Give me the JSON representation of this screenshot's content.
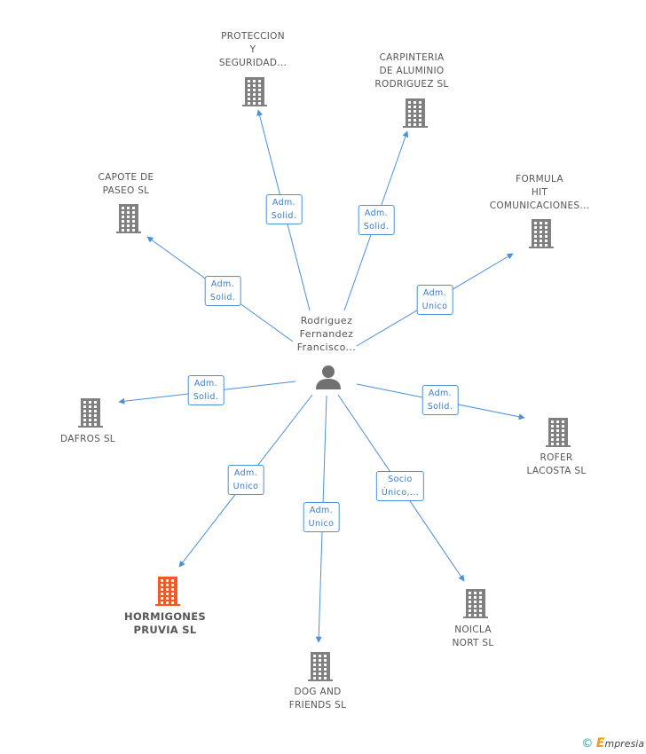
{
  "center": {
    "label": "Rodriguez\nFernandez\nFrancisco...",
    "icon": "person-icon"
  },
  "companies": [
    {
      "id": "proteccion",
      "label": "PROTECCION\nY\nSEGURIDAD...",
      "relation": "Adm.\nSolid.",
      "highlight": false
    },
    {
      "id": "carpinteria",
      "label": "CARPINTERIA\nDE ALUMINIO\nRODRIGUEZ SL",
      "relation": "Adm.\nSolid.",
      "highlight": false
    },
    {
      "id": "capote",
      "label": "CAPOTE DE\nPASEO SL",
      "relation": "Adm.\nSolid.",
      "highlight": false
    },
    {
      "id": "formula",
      "label": "FORMULA\nHIT\nCOMUNICACIONES...",
      "relation": "Adm.\nUnico",
      "highlight": false
    },
    {
      "id": "dafros",
      "label": "DAFROS  SL",
      "relation": "Adm.\nSolid.",
      "highlight": false
    },
    {
      "id": "rofer",
      "label": "ROFER\nLACOSTA  SL",
      "relation": "Adm.\nSolid.",
      "highlight": false
    },
    {
      "id": "hormigones",
      "label": "HORMIGONES\nPRUVIA SL",
      "relation": "Adm.\nUnico",
      "highlight": true
    },
    {
      "id": "dog",
      "label": "DOG AND\nFRIENDS SL",
      "relation": "Adm.\nUnico",
      "highlight": false
    },
    {
      "id": "noicla",
      "label": "NOICLA\nNORT  SL",
      "relation": "Socio\nÚnico,...",
      "highlight": false
    }
  ],
  "colors": {
    "edge": "#4a90d9",
    "building": "#808080",
    "building_highlight": "#f05a28",
    "person": "#707070"
  },
  "footer": {
    "copyright_symbol": "©",
    "brand_first": "E",
    "brand_rest": "mpresia"
  }
}
